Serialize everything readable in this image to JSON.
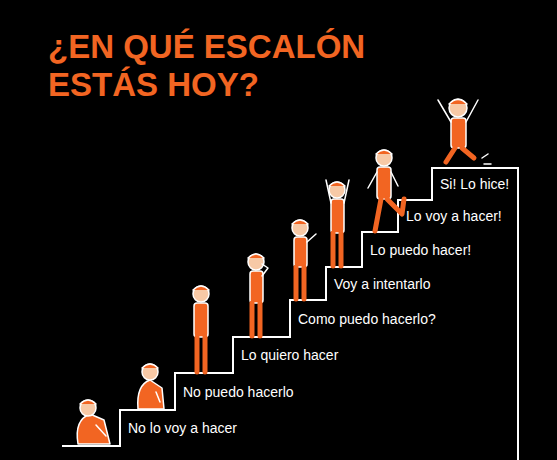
{
  "diagram": {
    "title": "¿EN QUÉ ESCALÓN ESTÁS HOY?",
    "nodes": [
      {
        "text": [
          "No lo voy a hacer"
        ]
      },
      {
        "text": [
          "No puedo hacerlo"
        ]
      },
      {
        "text": [
          "Lo quiero hacer"
        ]
      },
      {
        "text": [
          "Como puedo hacerlo?"
        ]
      },
      {
        "text": [
          "Voy a intentarlo"
        ]
      },
      {
        "text": [
          "Lo puedo hacer!"
        ]
      },
      {
        "text": [
          "Lo voy a hacer!"
        ]
      },
      {
        "text": [
          "Si! Lo hice!"
        ]
      }
    ]
  }
}
